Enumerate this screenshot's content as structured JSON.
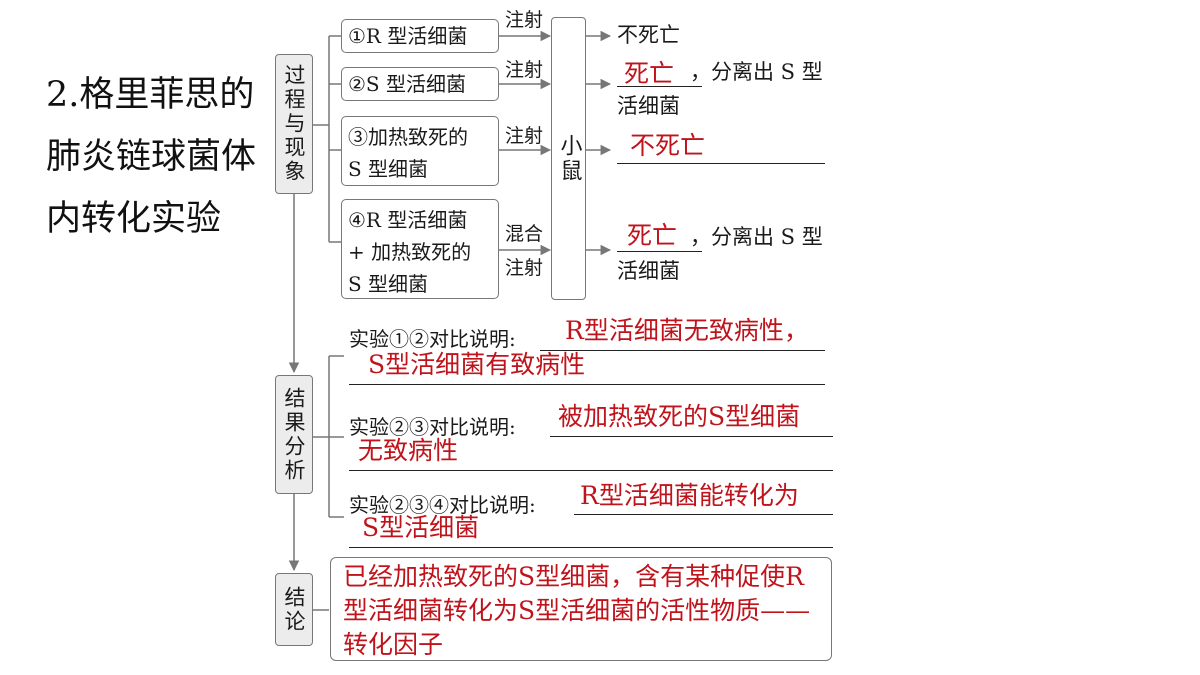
{
  "title": "2.格里菲思的肺炎链球菌体内转化实验",
  "sections": {
    "process": "过程与现象",
    "result": "结果分析",
    "conclusion": "结论"
  },
  "mouse": "小鼠",
  "labels": {
    "inject": "注射",
    "mix": "混合"
  },
  "groups": [
    {
      "id": "①",
      "text": "①R 型活细菌"
    },
    {
      "id": "②",
      "text": "②S 型活细菌"
    },
    {
      "id": "③",
      "text": "③加热致死的\nS 型细菌"
    },
    {
      "id": "④",
      "text": "④R 型活细菌\n+ 加热致死的\nS 型细菌"
    }
  ],
  "outcomes": {
    "o1": "不死亡",
    "o2_answer": "死亡",
    "o2_suffix": "，分离出 S 型",
    "o2_line2": "活细菌",
    "o3_answer": "不死亡",
    "o4_answer": "死亡",
    "o4_suffix": "，分离出 S 型",
    "o4_line2": "活细菌"
  },
  "analysis": [
    {
      "prefix": "实验①②对比说明:",
      "answer1": "R型活细菌无致病性，",
      "answer2": "S型活细菌有致病性"
    },
    {
      "prefix": "实验②③对比说明:",
      "answer1": "被加热致死的S型细菌",
      "answer2": "无致病性"
    },
    {
      "prefix": "实验②③④对比说明:",
      "answer1": "R型活细菌能转化为",
      "answer2": "S型活细菌"
    }
  ],
  "conclusion_text": "已经加热致死的S型细菌，含有某种促使R型活细菌转化为S型活细菌的活性物质——转化因子",
  "colors": {
    "answer": "#c0141c",
    "section_fill": "#ececec",
    "border": "#777777"
  }
}
